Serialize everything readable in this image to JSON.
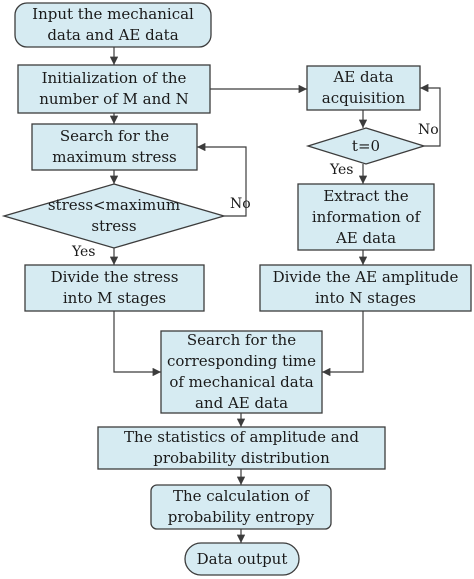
{
  "nodes": {
    "input": {
      "lines": [
        "Input the mechanical",
        "data and AE data"
      ]
    },
    "init": {
      "lines": [
        "Initialization of the",
        "number of M and N"
      ]
    },
    "ae_acq": {
      "lines": [
        "AE data",
        "acquisition"
      ]
    },
    "search_max": {
      "lines": [
        "Search for the",
        "maximum stress"
      ]
    },
    "t0": {
      "lines": [
        "t=0"
      ]
    },
    "stress_cmp": {
      "lines": [
        "stress<maximum",
        "stress"
      ]
    },
    "extract": {
      "lines": [
        "Extract the",
        "information of",
        "AE data"
      ]
    },
    "divide_stress": {
      "lines": [
        "Divide the stress",
        "into M stages"
      ]
    },
    "divide_ae": {
      "lines": [
        "Divide the AE amplitude",
        "into N stages"
      ]
    },
    "search_time": {
      "lines": [
        "Search for the",
        "corresponding time",
        "of mechanical data",
        "and AE data"
      ]
    },
    "stats": {
      "lines": [
        "The statistics of amplitude and",
        "probability distribution"
      ]
    },
    "entropy": {
      "lines": [
        "The calculation of",
        "probability entropy"
      ]
    },
    "output": {
      "lines": [
        "Data output"
      ]
    }
  },
  "edge_labels": {
    "stress_no": "No",
    "stress_yes": "Yes",
    "t0_no": "No",
    "t0_yes": "Yes"
  },
  "colors": {
    "fill": "#d6ebf2",
    "stroke": "#3c3c3c",
    "line": "#3c3c3c"
  }
}
